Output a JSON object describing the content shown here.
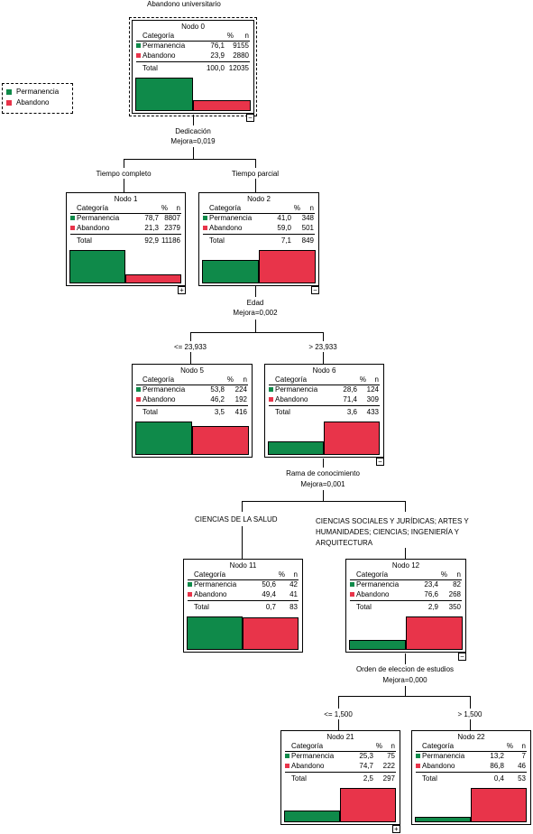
{
  "colors": {
    "permanencia": "#0f8a4a",
    "abandono": "#e8344a"
  },
  "title": "Abandono universitario",
  "legend": {
    "items": [
      {
        "label": "Permanencia",
        "color": "#0f8a4a"
      },
      {
        "label": "Abandono",
        "color": "#e8344a"
      }
    ]
  },
  "headers": {
    "cat": "Categoría",
    "pct": "%",
    "n": "n"
  },
  "splits": {
    "dedicacion": {
      "var": "Dedicación",
      "mejora": "Mejora=0,019",
      "left": "Tiempo completo",
      "right": "Tiempo parcial"
    },
    "edad": {
      "var": "Edad",
      "mejora": "Mejora=0,002",
      "left": "<= 23,933",
      "right": "> 23,933"
    },
    "rama": {
      "var": "Rama de conocimiento",
      "mejora": "Mejora=0,001",
      "left": "CIENCIAS DE LA SALUD",
      "right": "CIENCIAS SOCIALES Y JURÍDICAS; ARTES Y HUMANIDADES; CIENCIAS; INGENIERÍA Y ARQUITECTURA"
    },
    "orden": {
      "var": "Orden de eleccion de estudios",
      "mejora": "Mejora=0,000",
      "left": "<= 1,500",
      "right": "> 1,500"
    }
  },
  "nodes": {
    "n0": {
      "title": "Nodo 0",
      "toggle": "−",
      "rows": [
        {
          "cat": "Permanencia",
          "pct": "76,1",
          "n": "9155"
        },
        {
          "cat": "Abandono",
          "pct": "23,9",
          "n": "2880"
        }
      ],
      "total": {
        "label": "Total",
        "pct": "100,0",
        "n": "12035"
      },
      "share": [
        0.761,
        0.239
      ]
    },
    "n1": {
      "title": "Nodo 1",
      "toggle": "+",
      "rows": [
        {
          "cat": "Permanencia",
          "pct": "78,7",
          "n": "8807"
        },
        {
          "cat": "Abandono",
          "pct": "21,3",
          "n": "2379"
        }
      ],
      "total": {
        "label": "Total",
        "pct": "92,9",
        "n": "11186"
      },
      "share": [
        0.787,
        0.213
      ]
    },
    "n2": {
      "title": "Nodo 2",
      "toggle": "−",
      "rows": [
        {
          "cat": "Permanencia",
          "pct": "41,0",
          "n": "348"
        },
        {
          "cat": "Abandono",
          "pct": "59,0",
          "n": "501"
        }
      ],
      "total": {
        "label": "Total",
        "pct": "7,1",
        "n": "849"
      },
      "share": [
        0.41,
        0.59
      ]
    },
    "n5": {
      "title": "Nodo 5",
      "toggle": "",
      "rows": [
        {
          "cat": "Permanencia",
          "pct": "53,8",
          "n": "224"
        },
        {
          "cat": "Abandono",
          "pct": "46,2",
          "n": "192"
        }
      ],
      "total": {
        "label": "Total",
        "pct": "3,5",
        "n": "416"
      },
      "share": [
        0.538,
        0.462
      ]
    },
    "n6": {
      "title": "Nodo 6",
      "toggle": "−",
      "rows": [
        {
          "cat": "Permanencia",
          "pct": "28,6",
          "n": "124"
        },
        {
          "cat": "Abandono",
          "pct": "71,4",
          "n": "309"
        }
      ],
      "total": {
        "label": "Total",
        "pct": "3,6",
        "n": "433"
      },
      "share": [
        0.286,
        0.714
      ]
    },
    "n11": {
      "title": "Nodo 11",
      "toggle": "",
      "rows": [
        {
          "cat": "Permanencia",
          "pct": "50,6",
          "n": "42"
        },
        {
          "cat": "Abandono",
          "pct": "49,4",
          "n": "41"
        }
      ],
      "total": {
        "label": "Total",
        "pct": "0,7",
        "n": "83"
      },
      "share": [
        0.506,
        0.494
      ]
    },
    "n12": {
      "title": "Nodo 12",
      "toggle": "−",
      "rows": [
        {
          "cat": "Permanencia",
          "pct": "23,4",
          "n": "82"
        },
        {
          "cat": "Abandono",
          "pct": "76,6",
          "n": "268"
        }
      ],
      "total": {
        "label": "Total",
        "pct": "2,9",
        "n": "350"
      },
      "share": [
        0.234,
        0.766
      ]
    },
    "n21": {
      "title": "Nodo 21",
      "toggle": "+",
      "rows": [
        {
          "cat": "Permanencia",
          "pct": "25,3",
          "n": "75"
        },
        {
          "cat": "Abandono",
          "pct": "74,7",
          "n": "222"
        }
      ],
      "total": {
        "label": "Total",
        "pct": "2,5",
        "n": "297"
      },
      "share": [
        0.253,
        0.747
      ]
    },
    "n22": {
      "title": "Nodo 22",
      "toggle": "",
      "rows": [
        {
          "cat": "Permanencia",
          "pct": "13,2",
          "n": "7"
        },
        {
          "cat": "Abandono",
          "pct": "86,8",
          "n": "46"
        }
      ],
      "total": {
        "label": "Total",
        "pct": "0,4",
        "n": "53"
      },
      "share": [
        0.132,
        0.868
      ]
    }
  }
}
